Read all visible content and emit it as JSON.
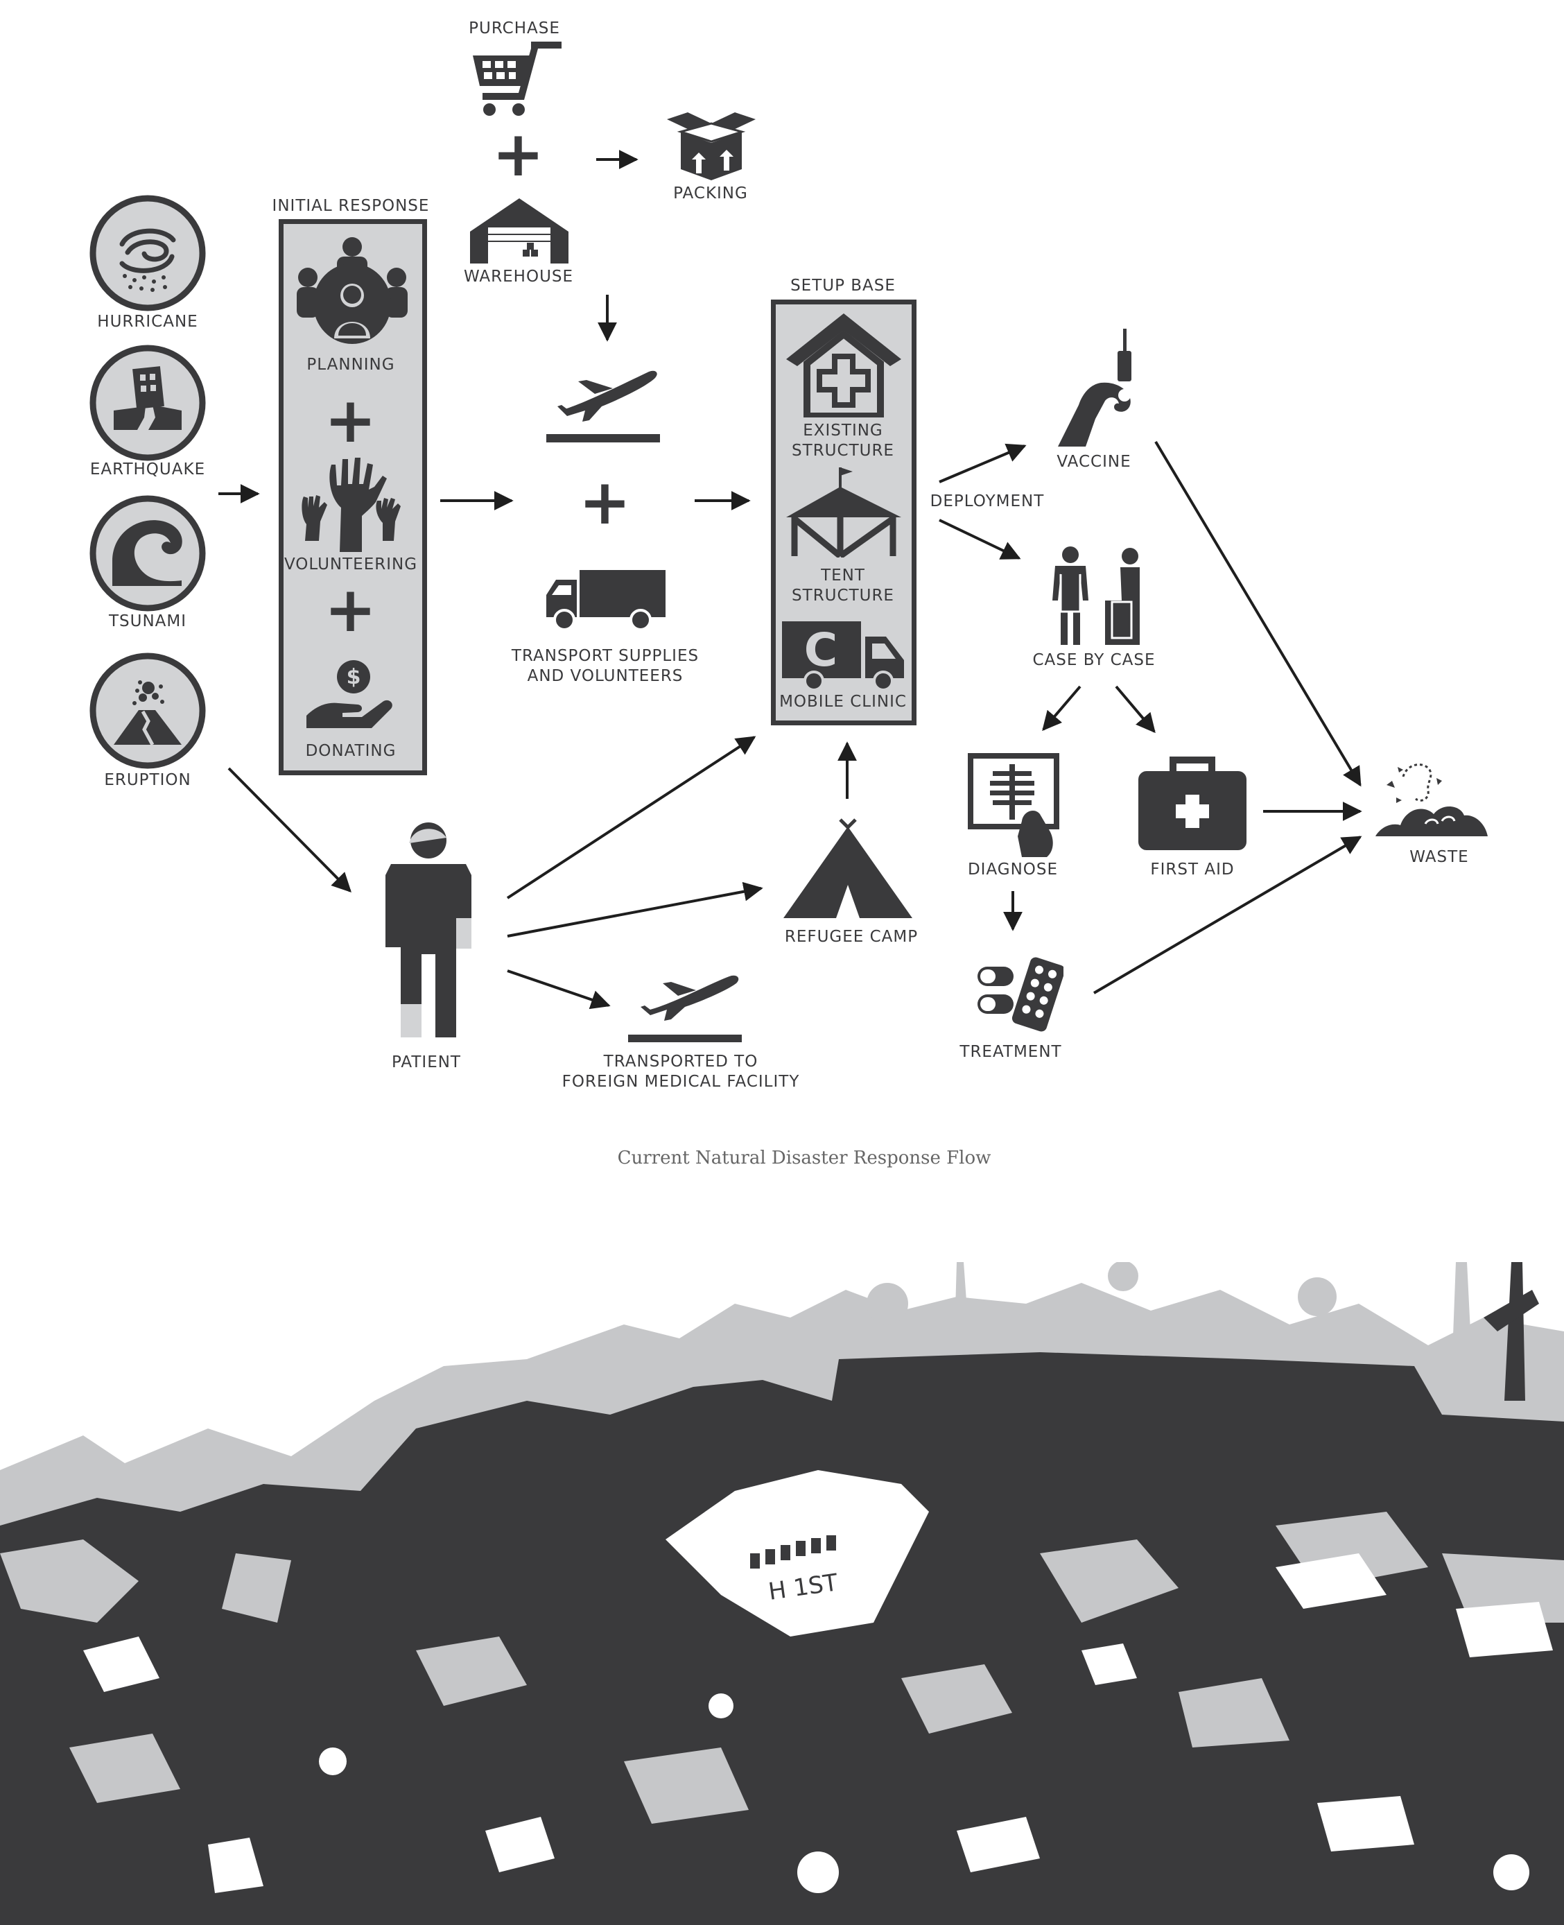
{
  "title": "",
  "caption": "Current Natural Disaster Response Flow",
  "disasters": [
    "HURRICANE",
    "EARTHQUAKE",
    "TSUNAMI",
    "ERUPTION"
  ],
  "initial_response": {
    "title": "INITIAL RESPONSE",
    "items": [
      "PLANNING",
      "VOLUNTEERING",
      "DONATING"
    ]
  },
  "supply": {
    "purchase": "PURCHASE",
    "warehouse": "WAREHOUSE",
    "packing": "PACKING",
    "transport": [
      "TRANSPORT SUPPLIES",
      "AND VOLUNTEERS"
    ]
  },
  "setup_base": {
    "title": "SETUP BASE",
    "existing": [
      "EXISTING",
      "STRUCTURE"
    ],
    "tent": [
      "TENT",
      "STRUCTURE"
    ],
    "clinic": "MOBILE CLINIC"
  },
  "deployment": "DEPLOYMENT",
  "vaccine": "VACCINE",
  "case_by_case": "CASE BY CASE",
  "diagnose": "DIAGNOSE",
  "first_aid": "FIRST AID",
  "treatment": "TREATMENT",
  "waste": "WASTE",
  "patient": "PATIENT",
  "refugee_camp": "REFUGEE CAMP",
  "transported": [
    "TRANSPORTED TO",
    "FOREIGN MEDICAL FACILITY"
  ],
  "plus_sign": "+",
  "colors": {
    "ink": "#3a3a3c",
    "panel": "#d2d3d5",
    "light_grey": "#c6c7c9"
  },
  "photo": {
    "ship_marking": "H 1ST"
  }
}
